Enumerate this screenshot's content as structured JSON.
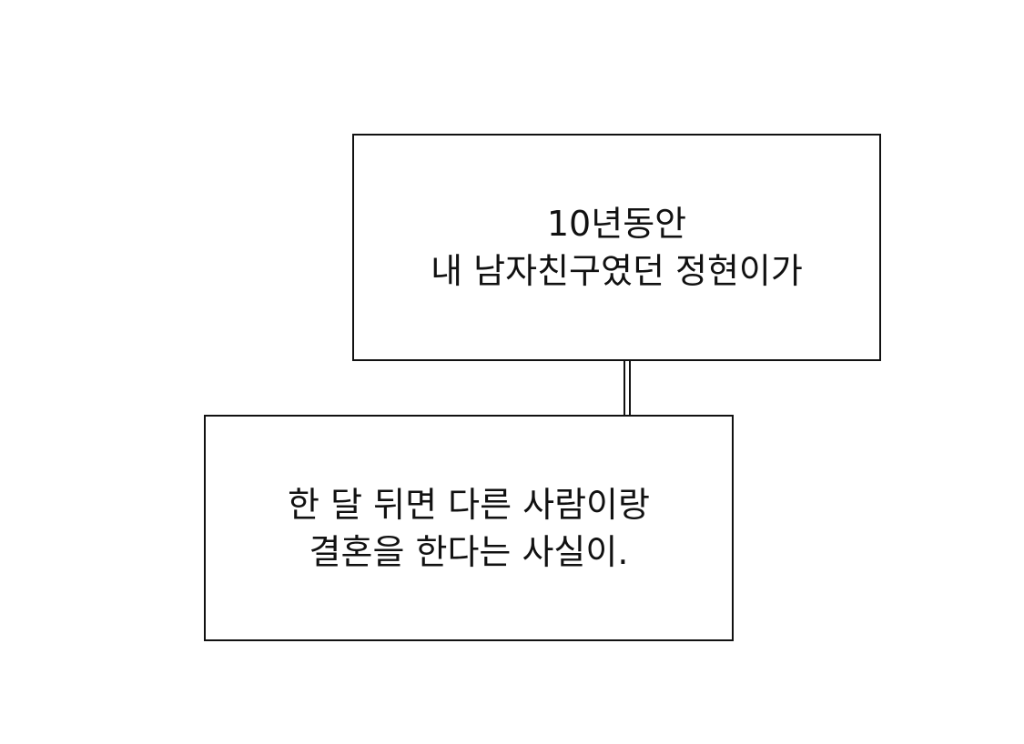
{
  "panel": {
    "background_color": "#ffffff",
    "border_color": "#111111"
  },
  "top_box": {
    "line1": "10년동안",
    "line2": "내 남자친구였던 정현이가"
  },
  "bottom_box": {
    "line1": "한 달 뒤면 다른 사람이랑",
    "line2": "결혼을 한다는 사실이."
  }
}
